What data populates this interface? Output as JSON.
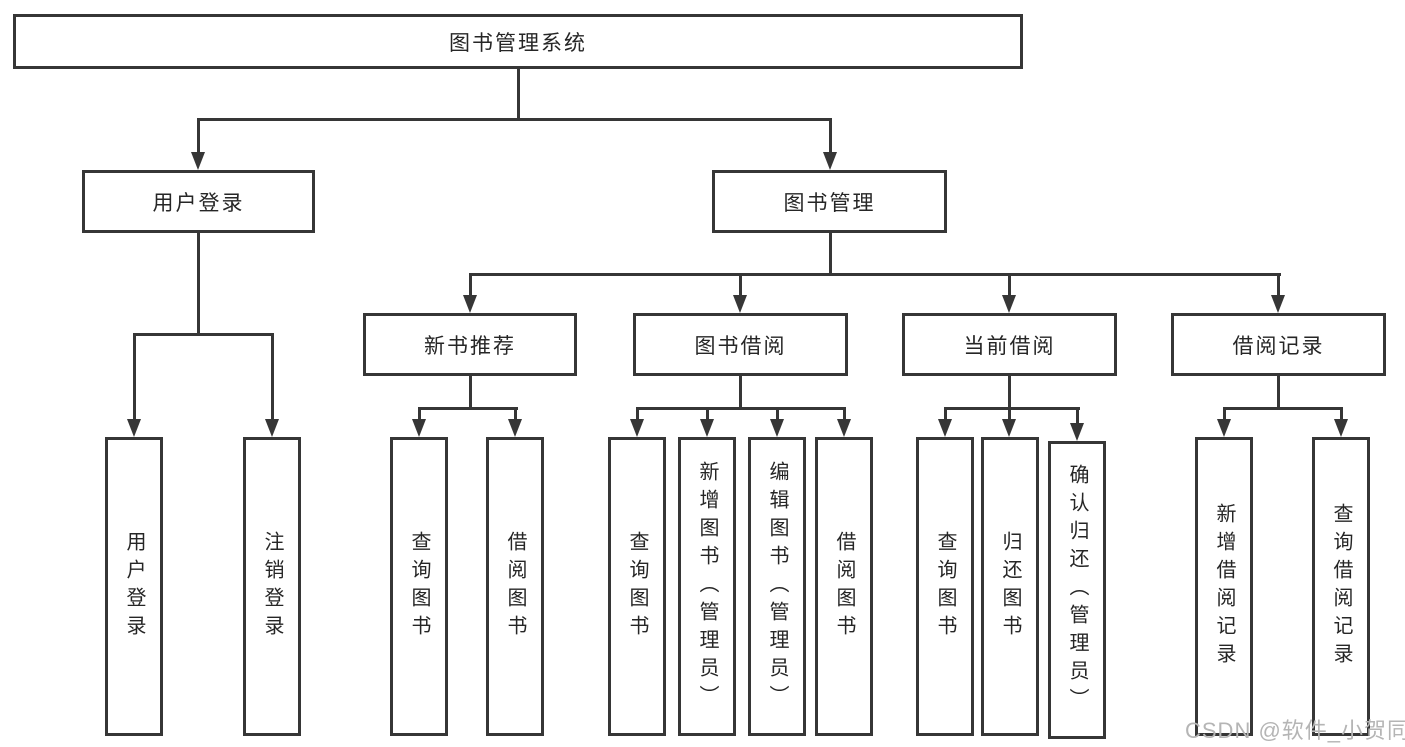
{
  "diagram": {
    "type": "tree",
    "root": {
      "label": "图书管理系统"
    },
    "branches": [
      {
        "label": "用户登录",
        "children": [
          {
            "label": "用户登录"
          },
          {
            "label": "注销登录"
          }
        ]
      },
      {
        "label": "图书管理",
        "children": [
          {
            "label": "新书推荐",
            "children": [
              {
                "label": "查询图书"
              },
              {
                "label": "借阅图书"
              }
            ]
          },
          {
            "label": "图书借阅",
            "children": [
              {
                "label": "查询图书"
              },
              {
                "label": "新增图书（管理员）"
              },
              {
                "label": "编辑图书（管理员）"
              },
              {
                "label": "借阅图书"
              }
            ]
          },
          {
            "label": "当前借阅",
            "children": [
              {
                "label": "查询图书"
              },
              {
                "label": "归还图书"
              },
              {
                "label": "确认归还（管理员）"
              }
            ]
          },
          {
            "label": "借阅记录",
            "children": [
              {
                "label": "新增借阅记录"
              },
              {
                "label": "查询借阅记录"
              }
            ]
          }
        ]
      }
    ]
  },
  "watermark": "CSDN @软件_小贺同学",
  "colors": {
    "line": "#363636",
    "box_border": "#363636",
    "box_fill": "#ffffff",
    "text": "#262626",
    "watermark": "#b5b5b5",
    "canvas": "#ffffff"
  }
}
